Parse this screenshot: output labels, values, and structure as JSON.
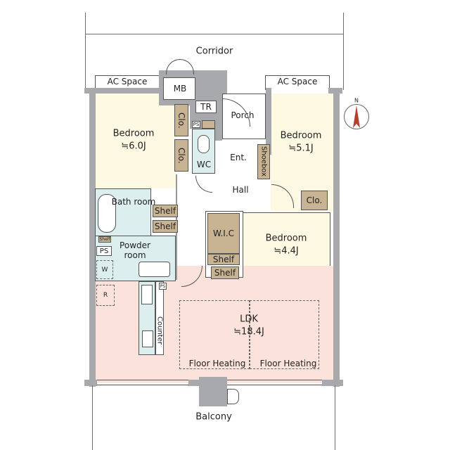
{
  "outside": {
    "corridor": "Corridor",
    "balcony": "Balcony",
    "ac_space_left": "AC Space",
    "ac_space_right": "AC Space"
  },
  "rooms": {
    "bedroom_left": {
      "name": "Bedroom",
      "size": "≒6.0J"
    },
    "bedroom_right": {
      "name": "Bedroom",
      "size": "≒5.1J"
    },
    "bedroom_mid": {
      "name": "Bedroom",
      "size": "≒4.4J"
    },
    "ldk": {
      "name": "LDK",
      "size": "≒18.4J"
    },
    "bath": "Bath room",
    "powder": "Powder room",
    "wc": "WC",
    "entrance": "Ent.",
    "hall": "Hall",
    "porch": "Porch",
    "mb": "MB",
    "tr": "TR"
  },
  "storage": {
    "clo1": "Clo.",
    "clo2": "Clo.",
    "clo3": "Clo.",
    "shoebox": "Shoebox",
    "shelf1": "Shelf",
    "shelf2": "Shelf",
    "shelf3": "Shelf",
    "shelf4": "Shelf",
    "shelf_small": "Shelf",
    "wic": "W.I.C",
    "counter": "Counter",
    "ps1": "PS",
    "ps2": "PS",
    "ps3": "PS",
    "w": "W",
    "r": "R"
  },
  "floor_heating": [
    "Floor Heating",
    "Floor Heating"
  ],
  "compass": "N",
  "colors": {
    "wall": "#a7a9ac",
    "bedroom": "#fdf9e3",
    "ldk": "#fbe3dc",
    "wet": "#dcefee",
    "storage": "#c8b393"
  }
}
